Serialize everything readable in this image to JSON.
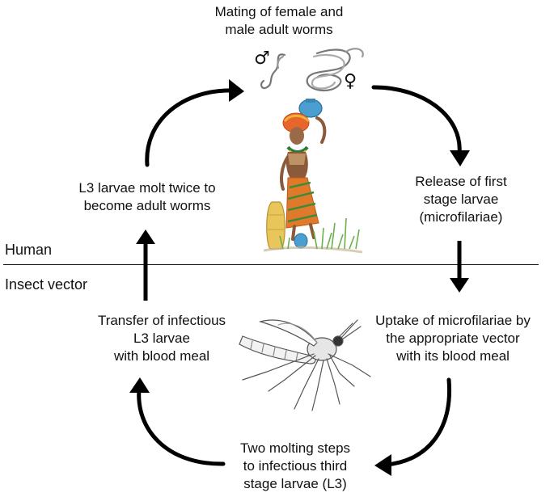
{
  "title": [
    "Mating of female and",
    "male adult worms"
  ],
  "symbols": {
    "male": "♂",
    "female": "♀"
  },
  "steps": {
    "release": [
      "Release of first",
      "stage larvae",
      "(microfilariae)"
    ],
    "uptake": [
      "Uptake of microfilariae by",
      "the appropriate vector",
      "with its blood meal"
    ],
    "molting": [
      "Two molting steps",
      "to infectious third",
      "stage larvae (L3)"
    ],
    "transfer": [
      "Transfer of infectious",
      "L3 larvae",
      "with blood meal"
    ],
    "adult": [
      "L3 larvae molt twice to",
      "become adult worms"
    ]
  },
  "zones": {
    "human": "Human",
    "vector": "Insect vector"
  },
  "illustrations": {
    "worms": "worm-pair-icon",
    "woman": "woman-carrying-water-pot-icon",
    "mosquito": "mosquito-icon"
  },
  "colors": {
    "arrow": "#000000",
    "skirt": "#e07a2a",
    "turban": "#e8652c",
    "pot_blue": "#4a9fd0",
    "grass": "#6ab04c",
    "skin": "#8a5a3a"
  }
}
